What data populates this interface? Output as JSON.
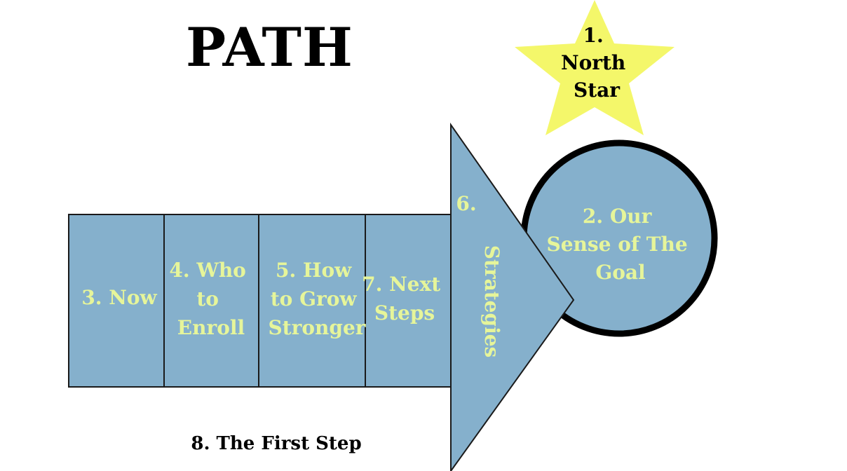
{
  "title": "PATH",
  "colors": {
    "box_fill": "#85b0cc",
    "box_stroke": "#1a1a1a",
    "box_text": "#e6f59a",
    "star_fill": "#f4f76a",
    "circle_stroke": "#000000"
  },
  "star": {
    "lines": [
      "1.",
      "North",
      "Star"
    ]
  },
  "goal": {
    "lines": [
      "2. Our",
      "Sense of The",
      "Goal"
    ]
  },
  "steps": [
    {
      "lines": [
        "3. Now"
      ]
    },
    {
      "lines": [
        "4. Who",
        "to",
        "Enroll"
      ]
    },
    {
      "lines": [
        "5. How",
        "to Grow",
        "Stronger"
      ]
    },
    {
      "lines": [
        "7. Next",
        "Steps"
      ]
    }
  ],
  "strategies": {
    "number": "6.",
    "label": "Strategies"
  },
  "first_step": "8. The First Step"
}
